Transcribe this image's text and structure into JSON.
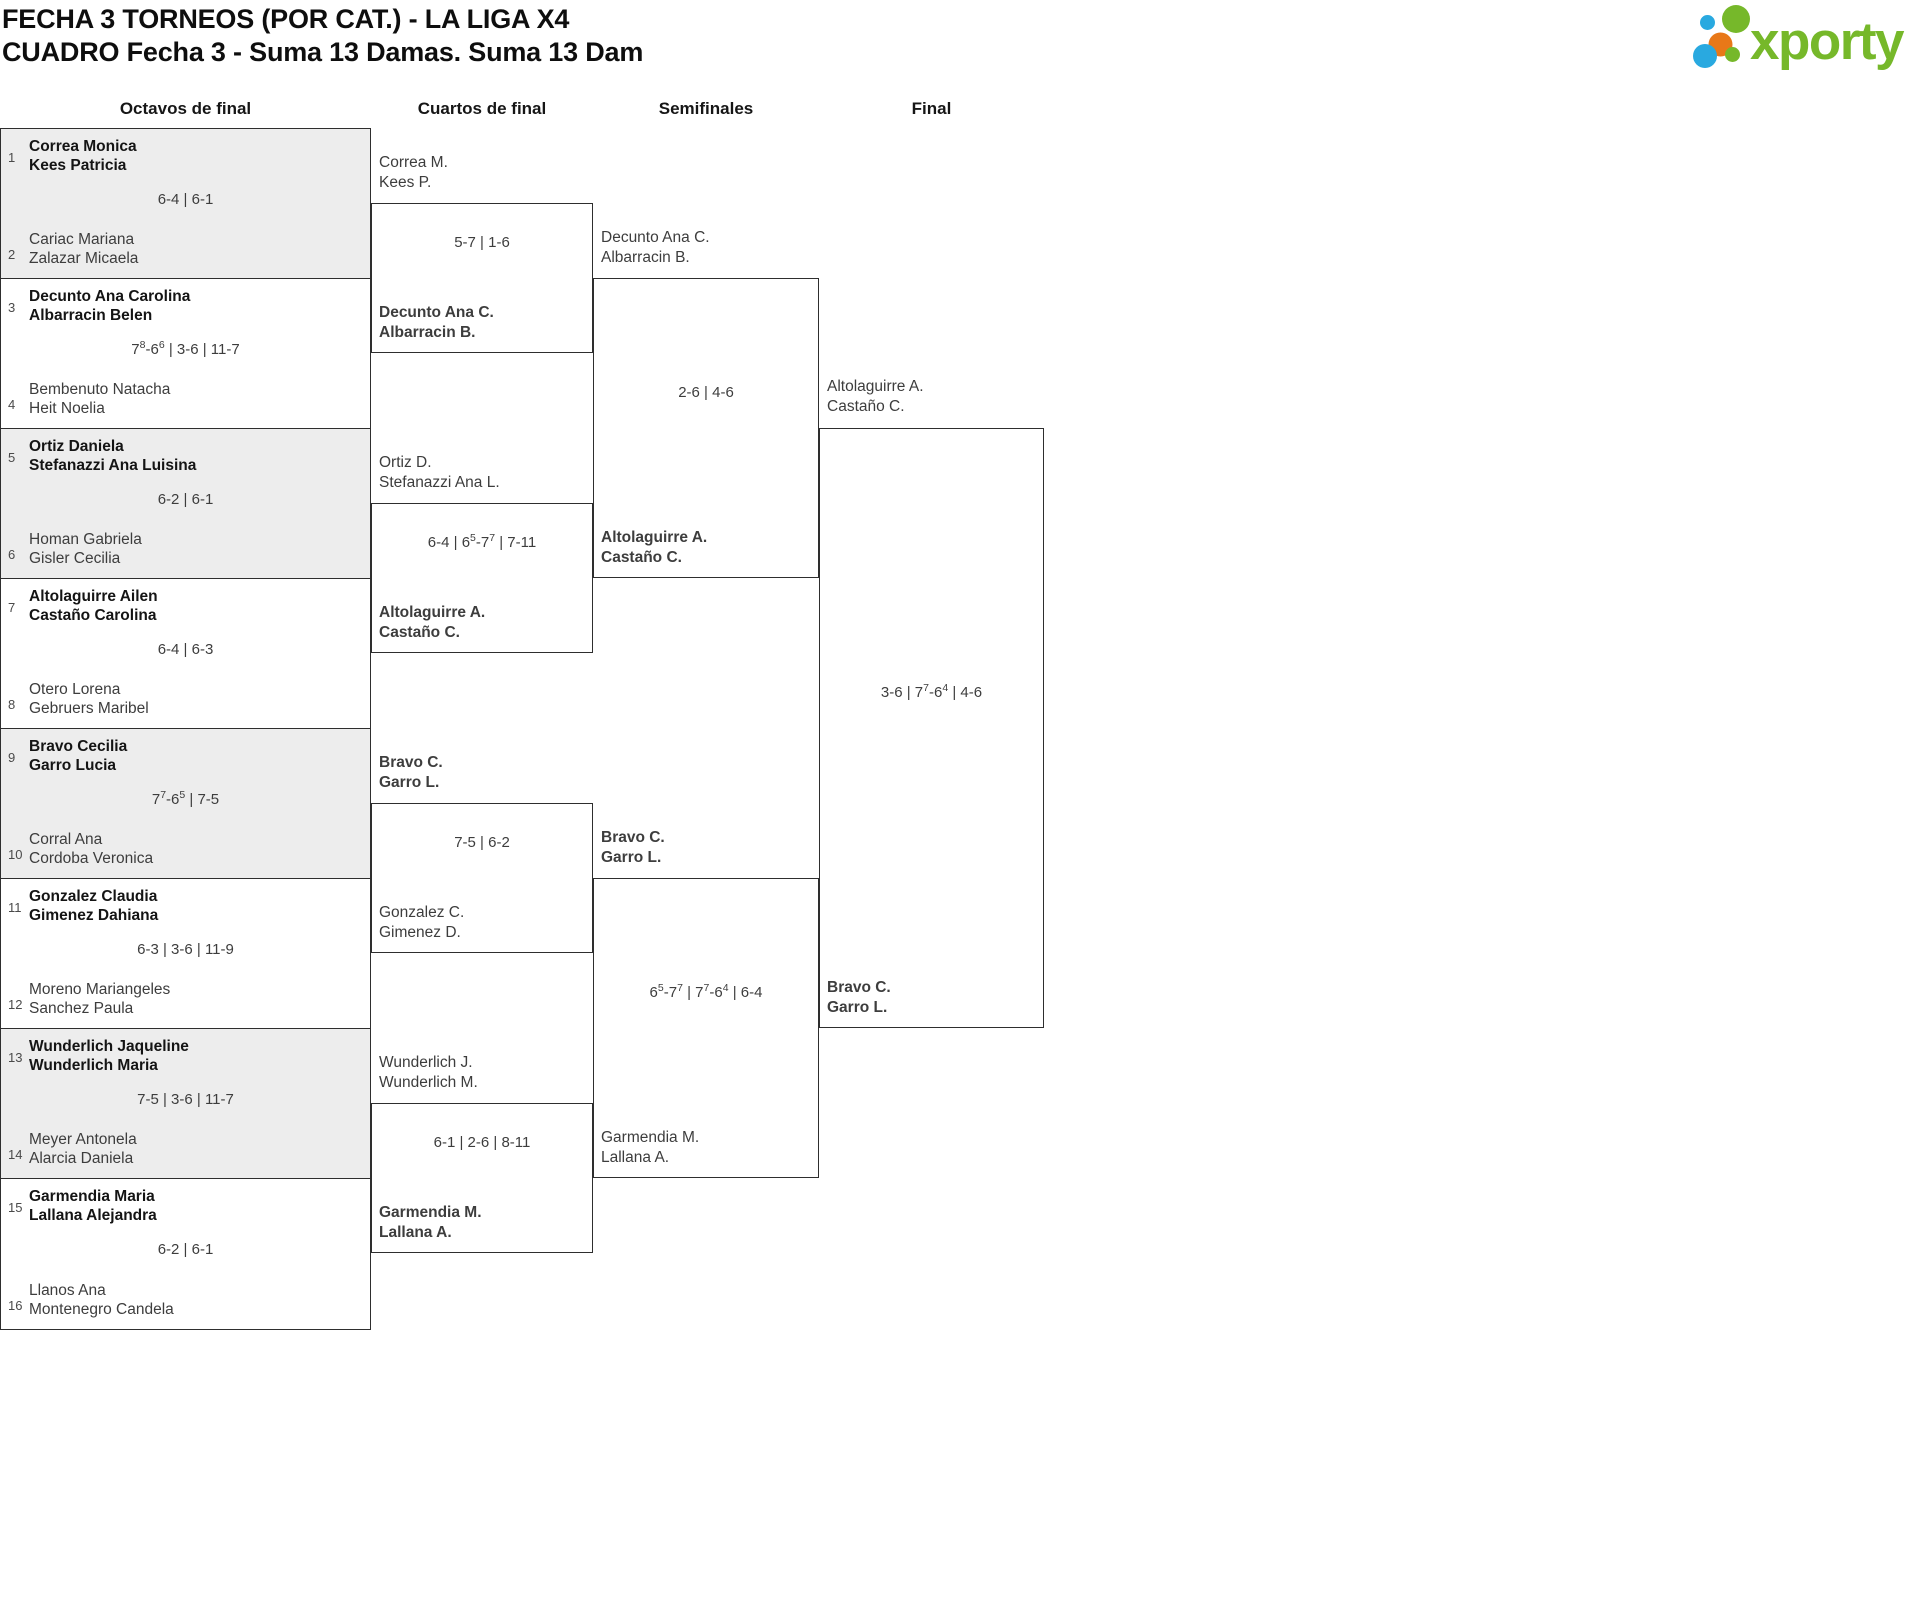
{
  "title": {
    "line1": "FECHA 3 TORNEOS (POR CAT.) - LA LIGA X4",
    "line2": "CUADRO Fecha 3 - Suma 13 Damas. Suma 13 Dam"
  },
  "logo": {
    "text": "xporty",
    "green": "#76b82a",
    "blue": "#29a9e0",
    "orange": "#e87818"
  },
  "round_headers": [
    "Octavos de final",
    "Cuartos de final",
    "Semifinales",
    "Final"
  ],
  "octavos": [
    {
      "seed_top": "1",
      "top": [
        "Correa Monica",
        "Kees Patricia"
      ],
      "score": "6-4 | 6-1",
      "seed_bottom": "2",
      "bottom": [
        "Cariac Mariana",
        "Zalazar Micaela"
      ],
      "winner": "top",
      "shaded": true
    },
    {
      "seed_top": "3",
      "top": [
        "Decunto Ana Carolina",
        "Albarracin Belen"
      ],
      "score": "7^8-6^6 | 3-6 | 11-7",
      "seed_bottom": "4",
      "bottom": [
        "Bembenuto Natacha",
        "Heit Noelia"
      ],
      "winner": "top",
      "shaded": false
    },
    {
      "seed_top": "5",
      "top": [
        "Ortiz Daniela",
        "Stefanazzi Ana Luisina"
      ],
      "score": "6-2 | 6-1",
      "seed_bottom": "6",
      "bottom": [
        "Homan Gabriela",
        "Gisler Cecilia"
      ],
      "winner": "top",
      "shaded": true
    },
    {
      "seed_top": "7",
      "top": [
        "Altolaguirre Ailen",
        "Castaño Carolina"
      ],
      "score": "6-4 | 6-3",
      "seed_bottom": "8",
      "bottom": [
        "Otero Lorena",
        "Gebruers Maribel"
      ],
      "winner": "top",
      "shaded": false
    },
    {
      "seed_top": "9",
      "top": [
        "Bravo Cecilia",
        "Garro Lucia"
      ],
      "score": "7^7-6^5 | 7-5",
      "seed_bottom": "10",
      "bottom": [
        "Corral Ana",
        "Cordoba Veronica"
      ],
      "winner": "top",
      "shaded": true
    },
    {
      "seed_top": "11",
      "top": [
        "Gonzalez Claudia",
        "Gimenez Dahiana"
      ],
      "score": "6-3 | 3-6 | 11-9",
      "seed_bottom": "12",
      "bottom": [
        "Moreno Mariangeles",
        "Sanchez Paula"
      ],
      "winner": "top",
      "shaded": false
    },
    {
      "seed_top": "13",
      "top": [
        "Wunderlich Jaqueline",
        "Wunderlich Maria"
      ],
      "score": "7-5 | 3-6 | 11-7",
      "seed_bottom": "14",
      "bottom": [
        "Meyer Antonela",
        "Alarcia Daniela"
      ],
      "winner": "top",
      "shaded": true
    },
    {
      "seed_top": "15",
      "top": [
        "Garmendia Maria",
        "Lallana Alejandra"
      ],
      "score": "6-2 | 6-1",
      "seed_bottom": "16",
      "bottom": [
        "Llanos Ana",
        "Montenegro Candela"
      ],
      "winner": "top",
      "shaded": false
    }
  ],
  "cuartos": [
    {
      "top": [
        "Correa M.",
        "Kees P."
      ],
      "score": "5-7 | 1-6",
      "bottom": [
        "Decunto Ana C.",
        "Albarracin B."
      ],
      "winner": "bottom"
    },
    {
      "top": [
        "Ortiz D.",
        "Stefanazzi Ana L."
      ],
      "score": "6-4 | 6^5-7^7 | 7-11",
      "bottom": [
        "Altolaguirre A.",
        "Castaño C."
      ],
      "winner": "bottom"
    },
    {
      "top": [
        "Bravo C.",
        "Garro L."
      ],
      "score": "7-5 | 6-2",
      "bottom": [
        "Gonzalez C.",
        "Gimenez D."
      ],
      "winner": "top"
    },
    {
      "top": [
        "Wunderlich J.",
        "Wunderlich M."
      ],
      "score": "6-1 | 2-6 | 8-11",
      "bottom": [
        "Garmendia M.",
        "Lallana A."
      ],
      "winner": "bottom"
    }
  ],
  "semifinales": [
    {
      "top": [
        "Decunto Ana C.",
        "Albarracin B."
      ],
      "score": "2-6 | 4-6",
      "bottom": [
        "Altolaguirre A.",
        "Castaño C."
      ],
      "winner": "bottom"
    },
    {
      "top": [
        "Bravo C.",
        "Garro L."
      ],
      "score": "6^5-7^7 | 7^7-6^4 | 6-4",
      "bottom": [
        "Garmendia M.",
        "Lallana A."
      ],
      "winner": "top"
    }
  ],
  "final": [
    {
      "top": [
        "Altolaguirre A.",
        "Castaño C."
      ],
      "score": "3-6 | 7^7-6^4 | 4-6",
      "bottom": [
        "Bravo C.",
        "Garro L."
      ],
      "winner": "bottom"
    }
  ]
}
